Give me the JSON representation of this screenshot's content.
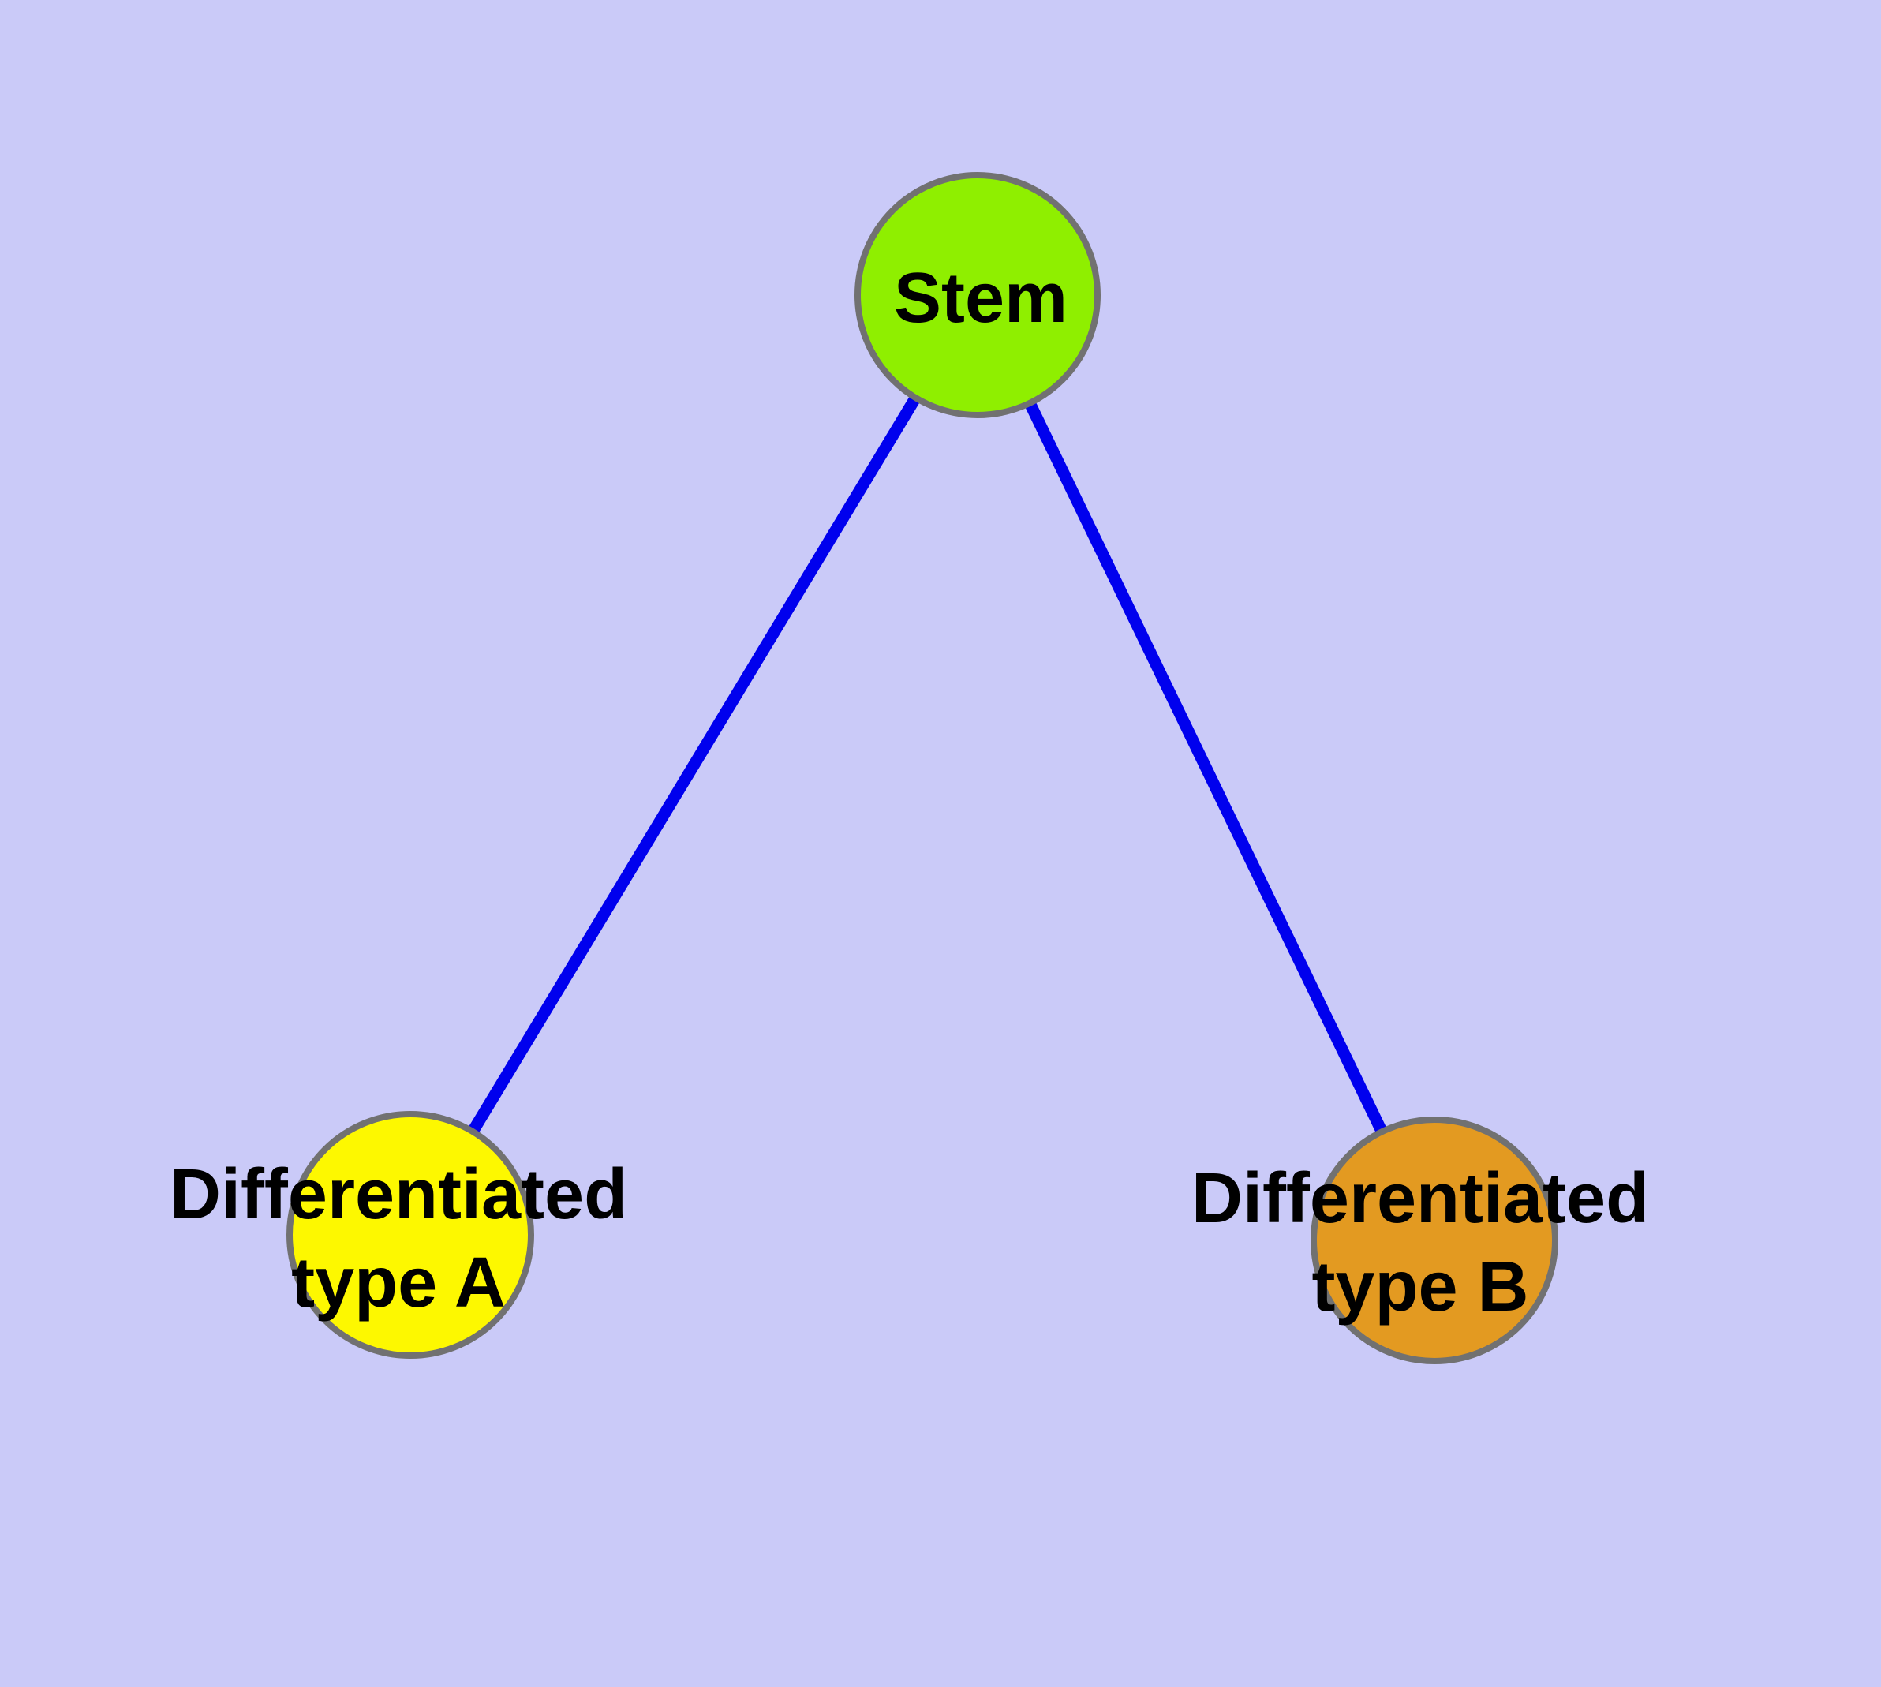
{
  "diagram": {
    "type": "node-link-graph",
    "background_color": "#CACAF8",
    "edge_color": "#0000EE",
    "node_border_color": "#717171",
    "label_color": "#000000",
    "nodes": [
      {
        "id": "stem",
        "label": "Stem",
        "lines": [
          "Stem"
        ],
        "color": "#8FEF00"
      },
      {
        "id": "differentiated-type-a",
        "label": "Differentiated type A",
        "lines": [
          "Differentiated",
          "type A"
        ],
        "color": "#FDF800"
      },
      {
        "id": "differentiated-type-b",
        "label": "Differentiated type B",
        "lines": [
          "Differentiated",
          "type B"
        ],
        "color": "#E39A21"
      }
    ],
    "edges": [
      {
        "from": "Stem",
        "to": "Differentiated type A"
      },
      {
        "from": "Stem",
        "to": "Differentiated type B"
      }
    ]
  }
}
